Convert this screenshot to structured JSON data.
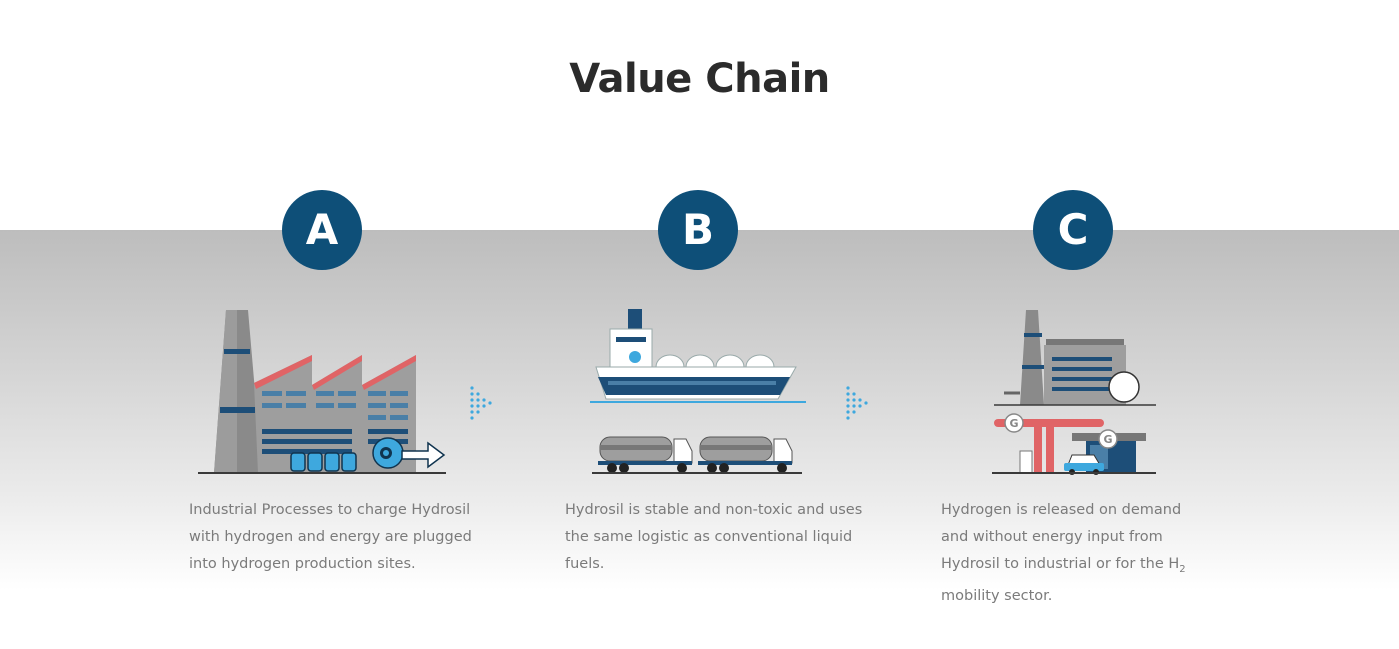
{
  "title": "Value Chain",
  "colors": {
    "accent": "#0e4f78",
    "steel": "#4a7fa7",
    "dark": "#1d4e78",
    "roof": "#e06466",
    "red": "#e06466",
    "arrow": "#3ea8de",
    "text": "#7b7b7b"
  },
  "steps": [
    {
      "letter": "A",
      "illustration": "factory-icon",
      "description": "Industrial Processes to charge Hydrosil with hydrogen and energy are plugged into hydrogen production sites."
    },
    {
      "letter": "B",
      "illustration": "ship-and-trucks-icon",
      "description": "Hydrosil is stable and non-toxic and uses the same logistic as conventional liquid fuels."
    },
    {
      "letter": "C",
      "illustration": "refinery-and-station-icon",
      "description_before": "Hydrogen is released on demand and without energy input from Hydrosil to industrial or for the H",
      "description_sub": "2",
      "description_after": " mobility sector."
    }
  ],
  "station_sign": "G"
}
